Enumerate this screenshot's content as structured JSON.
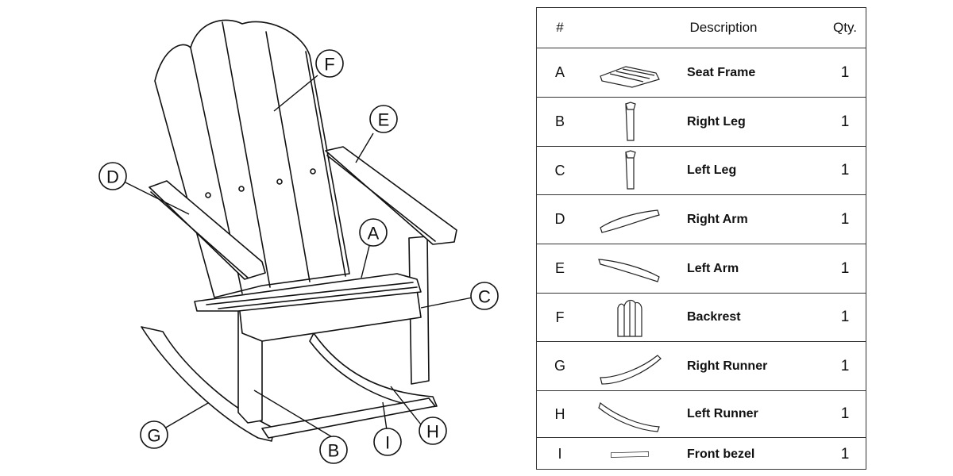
{
  "table": {
    "headers": {
      "num": "#",
      "description": "Description",
      "qty": "Qty."
    },
    "rows": [
      {
        "letter": "A",
        "description": "Seat Frame",
        "qty": "1",
        "icon": "seat-frame-icon"
      },
      {
        "letter": "B",
        "description": "Right Leg",
        "qty": "1",
        "icon": "right-leg-icon"
      },
      {
        "letter": "C",
        "description": "Left Leg",
        "qty": "1",
        "icon": "left-leg-icon"
      },
      {
        "letter": "D",
        "description": "Right Arm",
        "qty": "1",
        "icon": "right-arm-icon"
      },
      {
        "letter": "E",
        "description": "Left Arm",
        "qty": "1",
        "icon": "left-arm-icon"
      },
      {
        "letter": "F",
        "description": "Backrest",
        "qty": "1",
        "icon": "backrest-icon"
      },
      {
        "letter": "G",
        "description": "Right Runner",
        "qty": "1",
        "icon": "right-runner-icon"
      },
      {
        "letter": "H",
        "description": "Left Runner",
        "qty": "1",
        "icon": "left-runner-icon"
      },
      {
        "letter": "I",
        "description": "Front bezel",
        "qty": "1",
        "icon": "front-bezel-icon"
      }
    ]
  },
  "callouts": [
    "A",
    "B",
    "C",
    "D",
    "E",
    "F",
    "G",
    "H",
    "I"
  ]
}
